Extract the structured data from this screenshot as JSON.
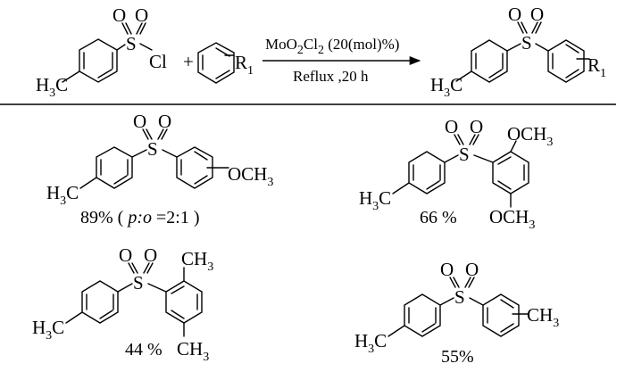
{
  "reaction": {
    "reagent1": {
      "methyl_left": "H",
      "methyl_left_sub": "3",
      "methyl_left_c": "C",
      "sulfur": "S",
      "oxygen": "O",
      "chlorine": "Cl"
    },
    "plus": "+",
    "reagent2": {
      "substituent": "R",
      "substituent_sub": "1"
    },
    "conditions": {
      "line1_a": "MoO",
      "line1_sub1": "2",
      "line1_b": "Cl",
      "line1_sub2": "2",
      "line1_c": " (20(mol)%)",
      "line2": "Reflux ,20 h"
    },
    "product": {
      "methyl_h": "H",
      "methyl_sub": "3",
      "methyl_c": "C",
      "sulfur": "S",
      "oxygen": "O",
      "substituent": "R",
      "substituent_sub": "1"
    }
  },
  "examples": [
    {
      "methoxy": "OCH",
      "methoxy_sub": "3",
      "yield_a": "89% ( ",
      "yield_ital": "p:o",
      "yield_b": " =2:1 )"
    },
    {
      "methoxy1": "OCH",
      "methoxy1_sub": "3",
      "methoxy2": "OCH",
      "methoxy2_sub": "3",
      "yield": "66 %"
    },
    {
      "methyl1": "CH",
      "methyl1_sub": "3",
      "methyl2": "CH",
      "methyl2_sub": "3",
      "yield": "44 %"
    },
    {
      "methyl": "CH",
      "methyl_sub": "3",
      "yield": "55%"
    }
  ],
  "labels": {
    "sulfur": "S",
    "oxygen": "O",
    "h": "H",
    "sub3": "3",
    "c": "C"
  }
}
